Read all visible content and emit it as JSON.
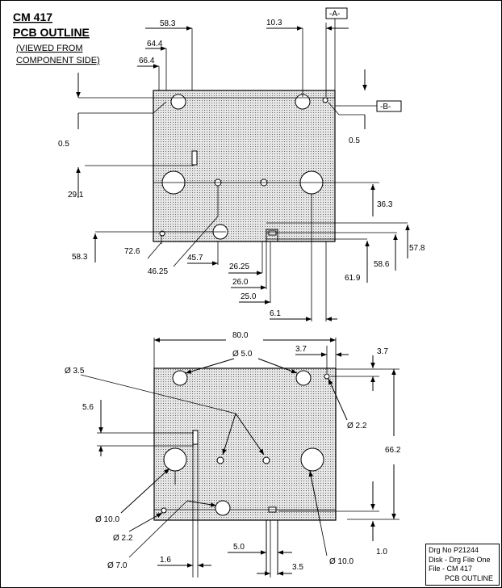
{
  "title": {
    "line1": "CM 417",
    "line2": "PCB OUTLINE",
    "note1": "(VIEWED FROM",
    "note2": "COMPONENT SIDE)"
  },
  "datums": {
    "a": "-A-",
    "b": "-B-"
  },
  "top_dims": {
    "d58_3_top": "58.3",
    "d64_4": "64.4",
    "d66_4": "66.4",
    "d10_3": "10.3",
    "d0_5_left": "0.5",
    "d0_5_right": "0.5",
    "d29_1": "29.1",
    "d36_3": "36.3",
    "d58_3_left": "58.3",
    "d72_6": "72.6",
    "d46_25": "46.25",
    "d45_7": "45.7",
    "d26_25": "26.25",
    "d26_0": "26.0",
    "d25_0": "25.0",
    "d6_1": "6.1",
    "d61_9": "61.9",
    "d58_6": "58.6",
    "d57_8": "57.8"
  },
  "bottom_dims": {
    "d80_0": "80.0",
    "dia5_0": "Ø 5.0",
    "d3_7a": "3.7",
    "d3_7b": "3.7",
    "dia3_5": "Ø 3.5",
    "d5_6": "5.6",
    "dia2_2_right": "Ø 2.2",
    "d66_2": "66.2",
    "dia10_0_left": "Ø 10.0",
    "dia2_2_left": "Ø 2.2",
    "dia7_0": "Ø 7.0",
    "d1_6": "1.6",
    "d5_0": "5.0",
    "d3_5": "3.5",
    "dia10_0_right": "Ø 10.0",
    "d1_0": "1.0"
  },
  "title_block": {
    "line1": "Drg No  P21244",
    "line2": "Disk - Drg File One",
    "line3": "File - CM 417",
    "line4": "PCB OUTLINE"
  }
}
